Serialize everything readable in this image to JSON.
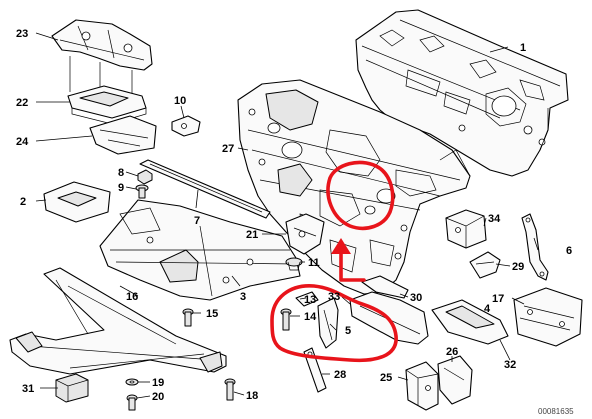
{
  "diagram": {
    "catalog_code": "00081635",
    "callouts": {
      "c1": "1",
      "c2": "2",
      "c3": "3",
      "c4": "4",
      "c5": "5",
      "c6": "6",
      "c7": "7",
      "c8": "8",
      "c9": "9",
      "c10": "10",
      "c11": "11",
      "c13": "13",
      "c14": "14",
      "c15": "15",
      "c16": "16",
      "c17": "17",
      "c18": "18",
      "c19": "19",
      "c20": "20",
      "c21": "21",
      "c22": "22",
      "c23": "23",
      "c24": "24",
      "c25": "25",
      "c26": "26",
      "c27": "27",
      "c28": "28",
      "c29": "29",
      "c30": "30",
      "c31": "31",
      "c32": "32",
      "c33": "33",
      "c34": "34"
    },
    "annotation_color": "#e8141b",
    "line_color": "#000000"
  }
}
